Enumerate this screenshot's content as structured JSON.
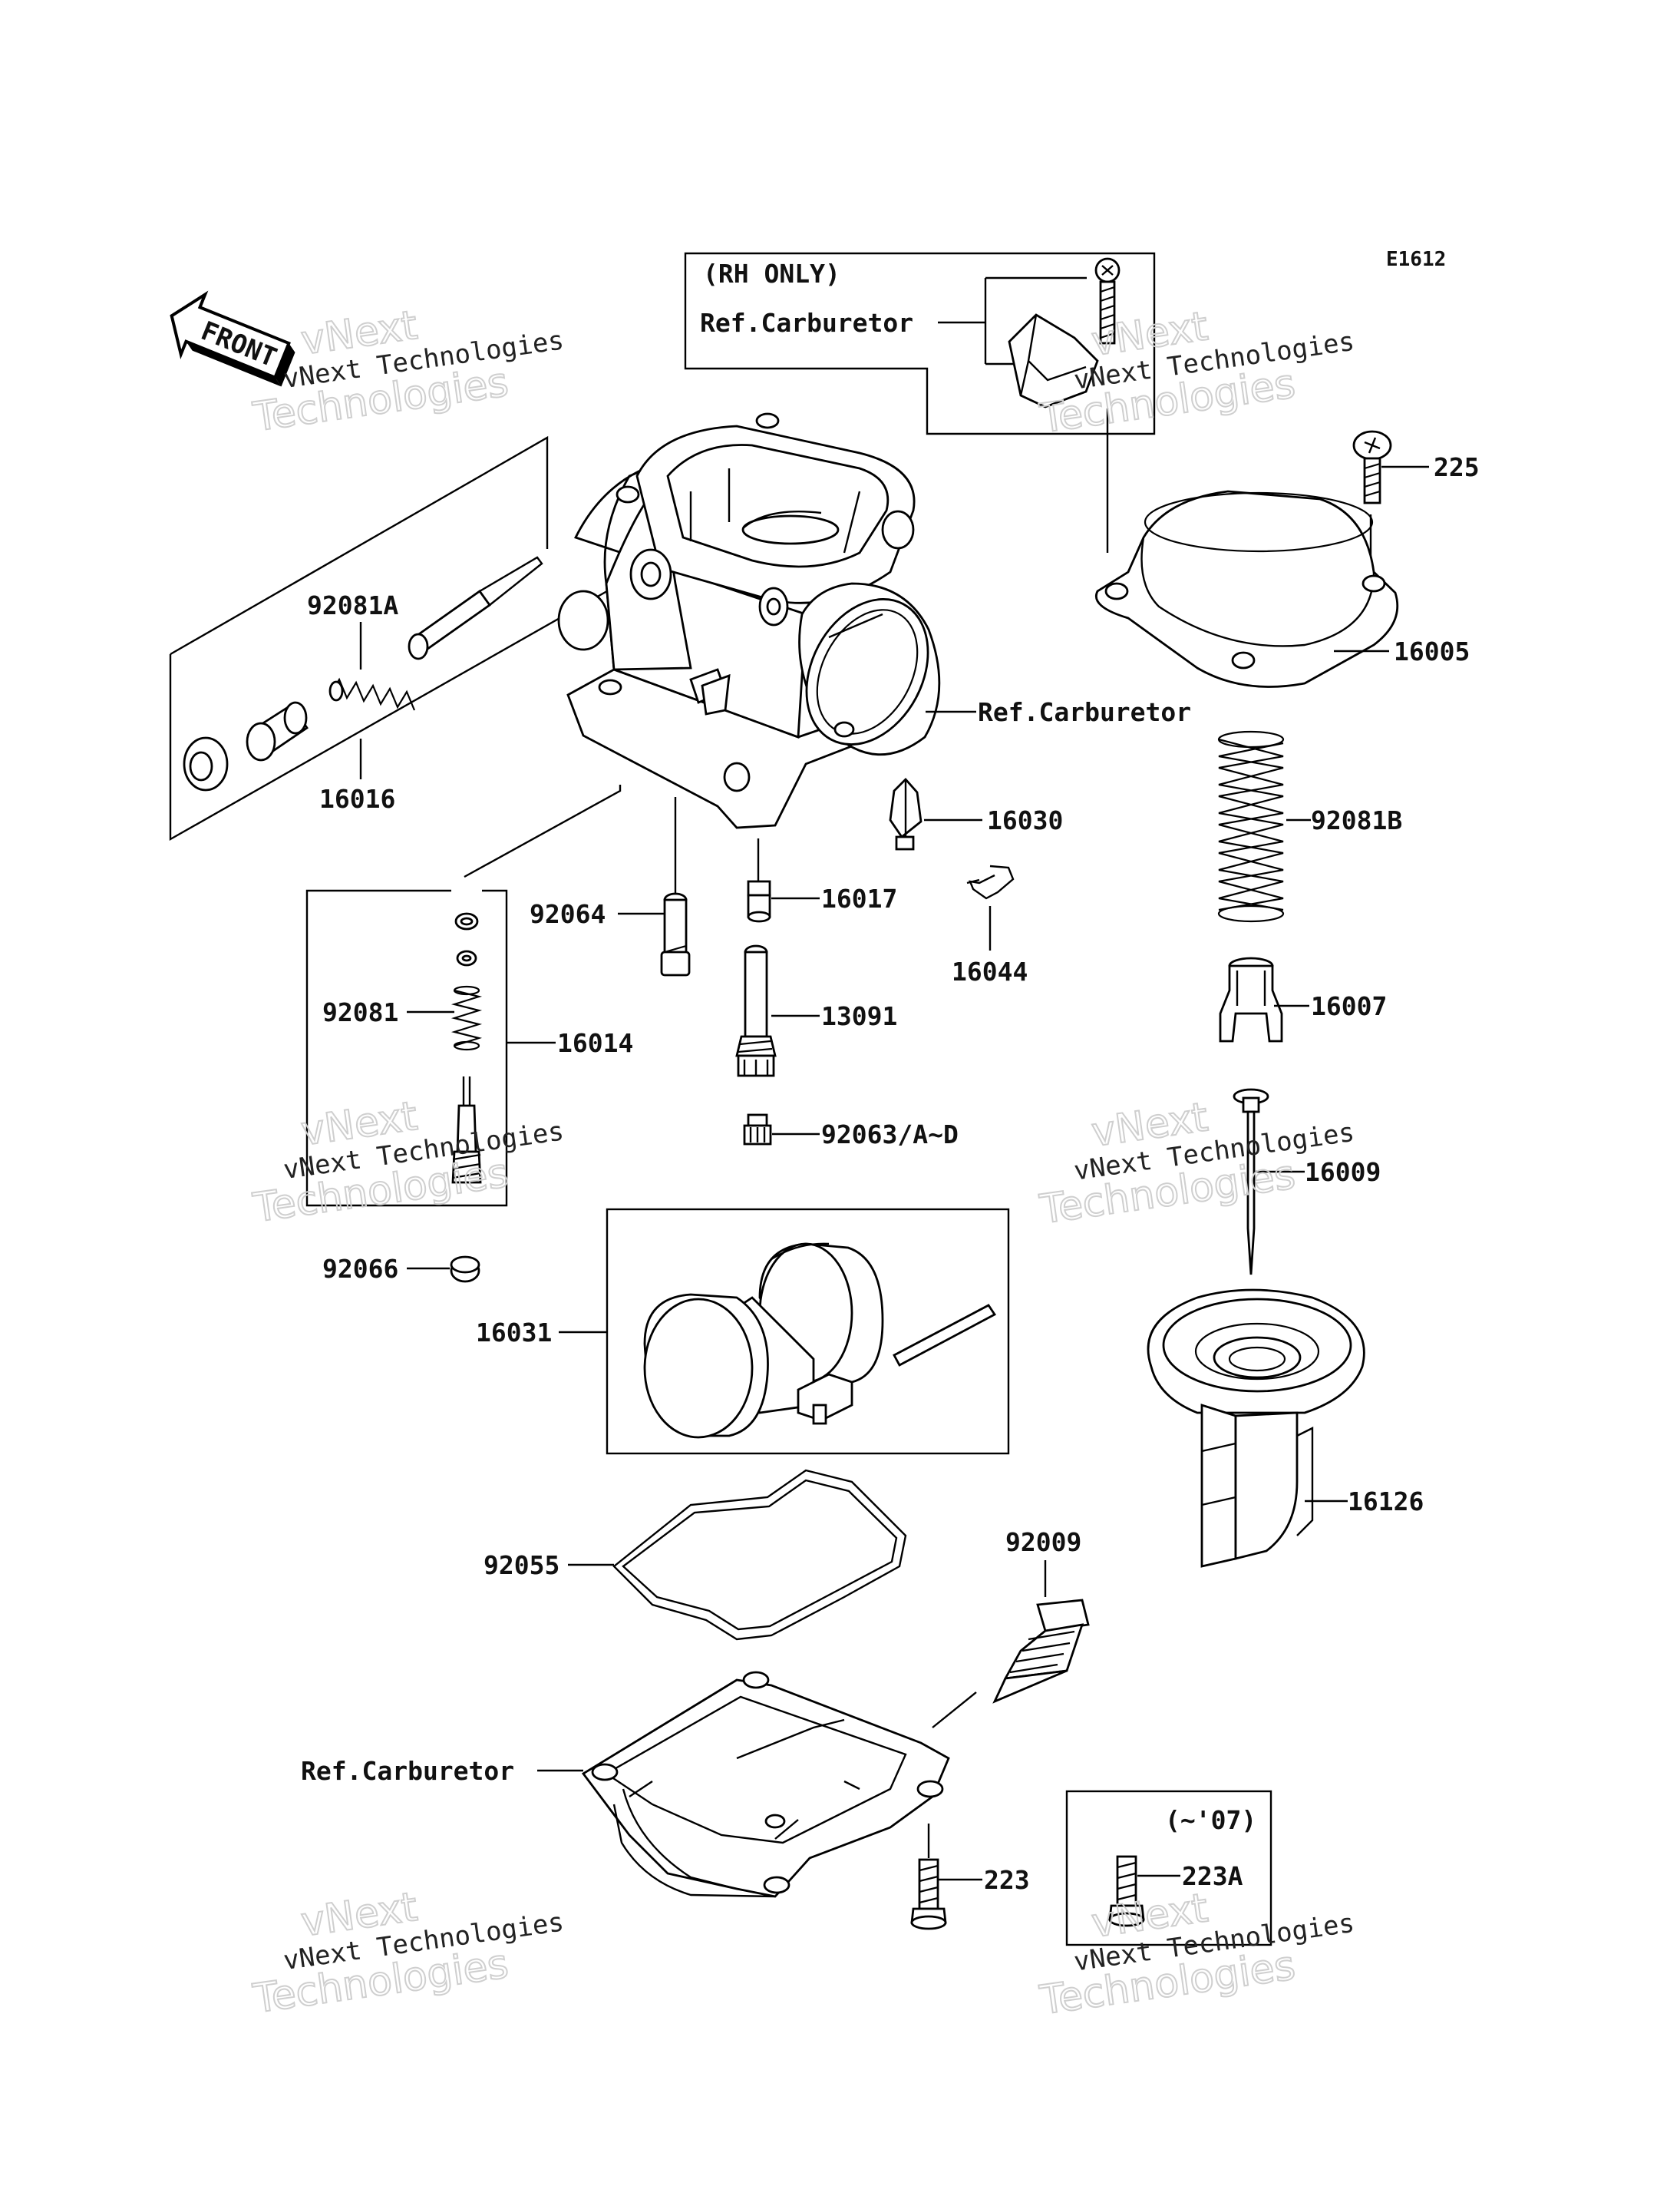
{
  "diagram_code": "E1612",
  "direction_marker": "FRONT",
  "watermark": {
    "line1": "vNext",
    "line2": "Technologies",
    "line3": "vNext Technologies"
  },
  "notes": {
    "rh_only": "(RH ONLY)",
    "model_years": "(~'07)"
  },
  "refs": {
    "top": "Ref.Carburetor",
    "body": "Ref.Carburetor",
    "bowl": "Ref.Carburetor"
  },
  "parts": {
    "p225": "225",
    "p16005": "16005",
    "p92081A": "92081A",
    "p16016": "16016",
    "p16030": "16030",
    "p92081B": "92081B",
    "p16017": "16017",
    "p92064": "92064",
    "p16044": "16044",
    "p16007": "16007",
    "p13091": "13091",
    "p92081": "92081",
    "p16014": "16014",
    "p92063": "92063/A~D",
    "p16009": "16009",
    "p92066": "92066",
    "p16031": "16031",
    "p16126": "16126",
    "p92009": "92009",
    "p92055": "92055",
    "p223": "223",
    "p223A": "223A"
  }
}
